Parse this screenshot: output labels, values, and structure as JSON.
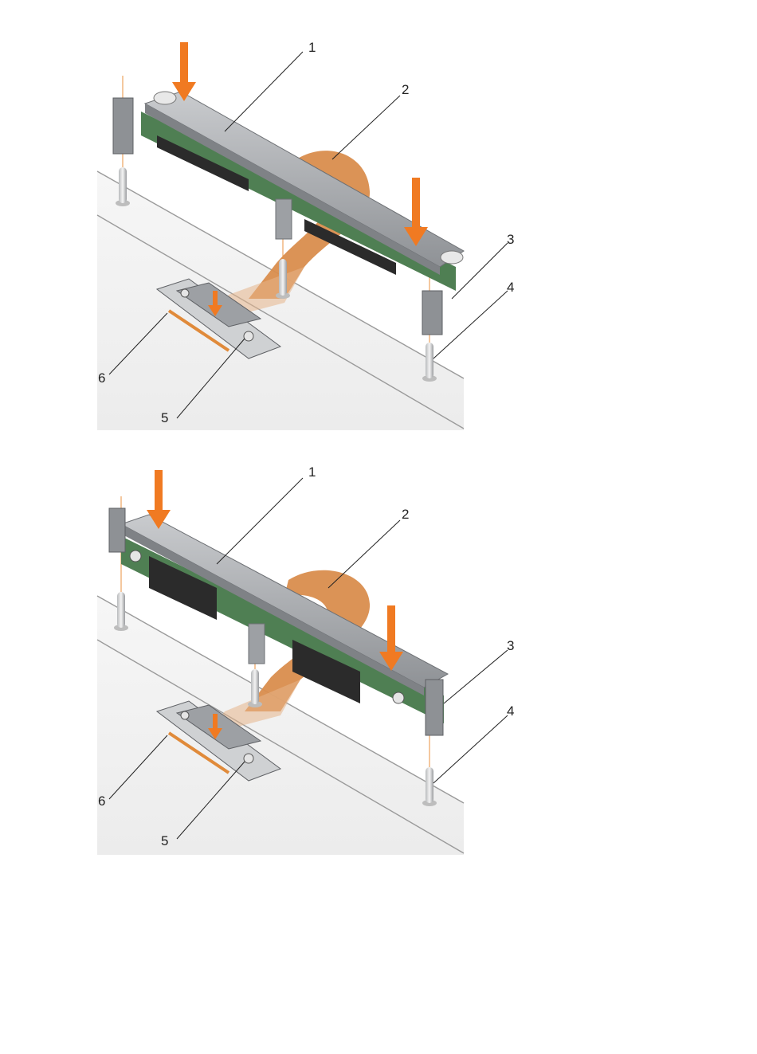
{
  "figures": [
    {
      "callouts": [
        "1",
        "2",
        "3",
        "4",
        "5",
        "6"
      ]
    },
    {
      "callouts": [
        "1",
        "2",
        "3",
        "4",
        "5",
        "6"
      ]
    }
  ],
  "colors": {
    "arrow": "#f07a22",
    "cable": "#d98d4d",
    "board": "#4f7f53",
    "metal": "#a8abaf",
    "floor": "#f2f2f2",
    "guide_line": "#e8913f"
  }
}
